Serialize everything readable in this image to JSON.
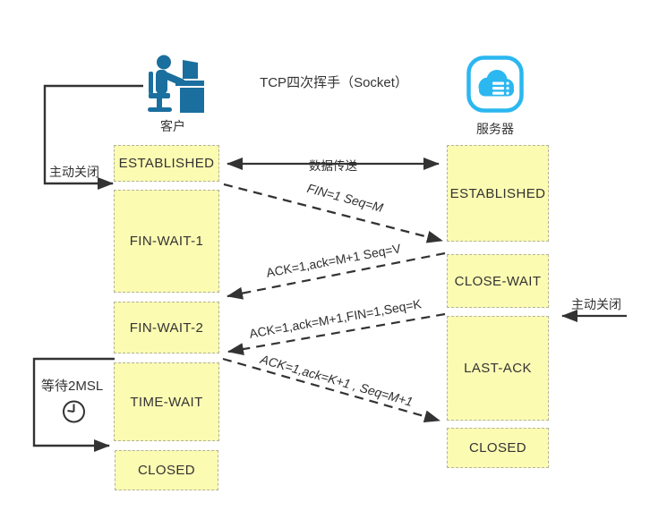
{
  "title": "TCP四次挥手（Socket）",
  "actors": {
    "client_label": "客户",
    "server_label": "服务器"
  },
  "client_states": [
    "ESTABLISHED",
    "FIN-WAIT-1",
    "FIN-WAIT-2",
    "TIME-WAIT",
    "CLOSED"
  ],
  "server_states": [
    "ESTABLISHED",
    "CLOSE-WAIT",
    "LAST-ACK",
    "CLOSED"
  ],
  "messages": {
    "data_transfer": "数据传送",
    "fin_1": "FIN=1 Seq=M",
    "ack_1": "ACK=1,ack=M+1 Seq=V",
    "fin_2": "ACK=1,ack=M+1,FIN=1,Seq=K",
    "ack_2": "ACK=1,ack=K+1 , Seq=M+1"
  },
  "annotations": {
    "client_active_close": "主动关闭",
    "server_active_close": "主动关闭",
    "wait_2msl": "等待2MSL"
  },
  "icons": {
    "client": "person-at-computer-icon",
    "server": "cloud-server-icon",
    "clock": "clock-icon"
  },
  "colors": {
    "state_fill": "#fbfbb2",
    "state_border": "#b2b29e",
    "line": "#333333",
    "client_icon": "#1a6f9e",
    "server_icon": "#2bb7f0",
    "text": "#333333"
  }
}
